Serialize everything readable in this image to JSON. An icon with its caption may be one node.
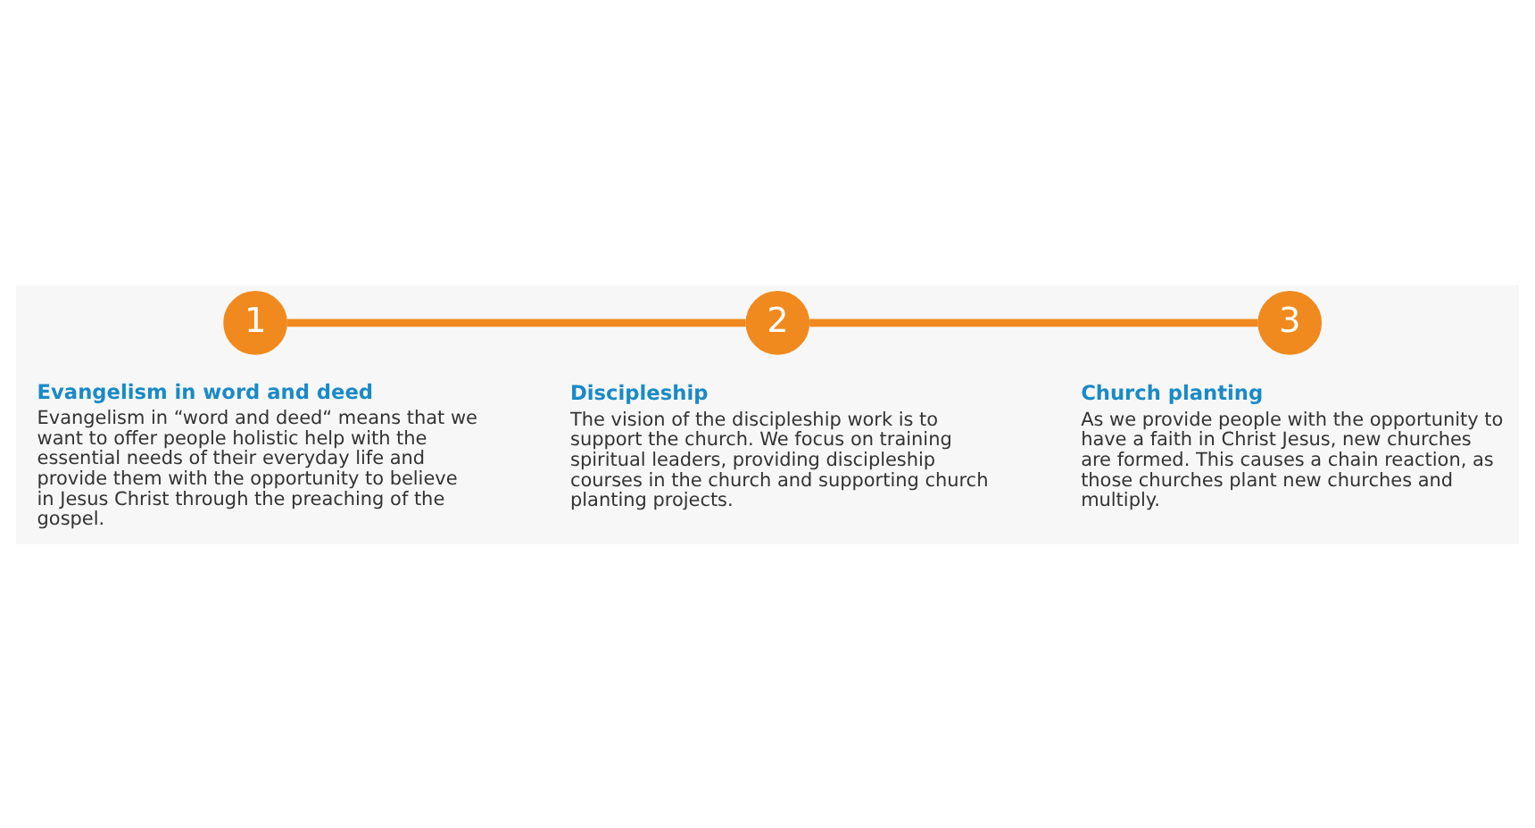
{
  "diagram": {
    "nodes": [
      {
        "text": [
          "1"
        ],
        "beside": [
          "Evangelism in word and deed",
          "Evangelism in “word and deed“ means that we want to offer people holistic help with the essential needs of their everyday life and provide them with the opportunity to believe in Jesus Christ through the preaching of the gospel."
        ]
      },
      {
        "text": [
          "2"
        ],
        "beside": [
          "Discipleship",
          "The vision of the discipleship work is to support the church. We focus on training spiritual leaders, providing discipleship courses in the church and supporting church planting projects."
        ]
      },
      {
        "text": [
          "3"
        ],
        "beside": [
          "Church planting",
          "As we provide people with the opportunity to have a faith in Christ Jesus, new churches are formed. This causes a chain reaction, as those churches plant new churches and multiply."
        ]
      }
    ],
    "edges": [
      {
        "from": 0,
        "to": 1,
        "arrow": "none"
      },
      {
        "from": 1,
        "to": 2,
        "arrow": "none"
      }
    ]
  }
}
